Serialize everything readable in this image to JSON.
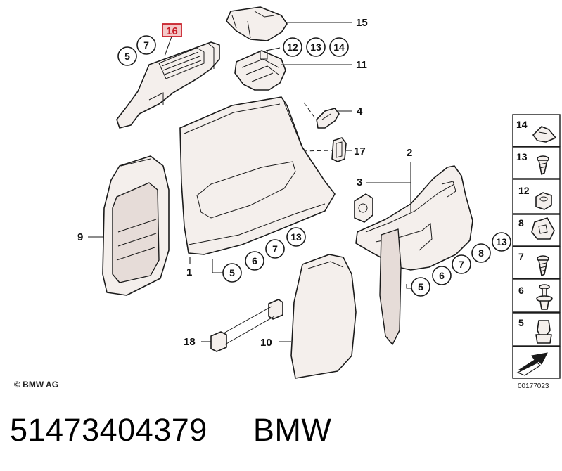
{
  "highlighted_part": "16",
  "callouts": {
    "part_16": "16",
    "part_15": "15",
    "part_11": "11",
    "part_4": "4",
    "part_17": "17",
    "part_2": "2",
    "part_3": "3",
    "part_9": "9",
    "part_1": "1",
    "part_18": "18",
    "part_10": "10",
    "c_16_5": "5",
    "c_16_7": "7",
    "c_11_12": "12",
    "c_11_13": "13",
    "c_11_14": "14",
    "c_1_5": "5",
    "c_1_6": "6",
    "c_1_7": "7",
    "c_1_13": "13",
    "c_2_5": "5",
    "c_2_6": "6",
    "c_2_7": "7",
    "c_2_8": "8",
    "c_2_13": "13"
  },
  "fastener_legend": [
    "14",
    "13",
    "12",
    "8",
    "7",
    "6",
    "5"
  ],
  "copyright": "© BMW AG",
  "diagram_code": "00177023",
  "caption": {
    "part_number": "51473404379",
    "brand": "BMW"
  },
  "colors": {
    "highlight": "#c8202a",
    "highlight_fill": "#f3c9c9",
    "part_fill": "#f4efec"
  }
}
